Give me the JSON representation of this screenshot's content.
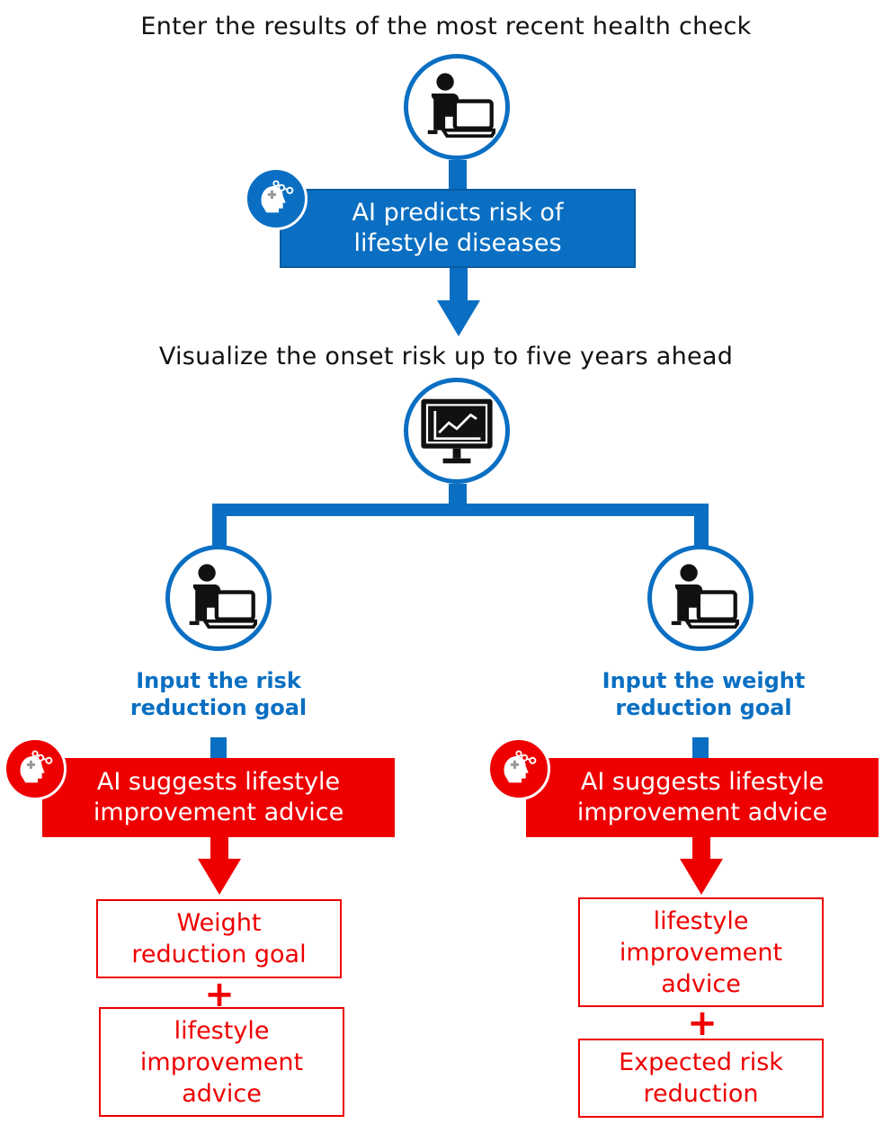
{
  "step1": {
    "heading": "Enter the results of the most recent health check",
    "ai_box": "AI predicts risk of lifestyle diseases"
  },
  "step2": {
    "heading": "Visualize the onset risk up to five years ahead"
  },
  "left": {
    "input_label": "Input the risk reduction goal",
    "ai_box": "AI suggests lifestyle improvement advice",
    "result_1": "Weight reduction goal",
    "plus": "+",
    "result_2": "lifestyle improvement advice"
  },
  "right": {
    "input_label": "Input the weight reduction goal",
    "ai_box": "AI suggests lifestyle improvement advice",
    "result_1": "lifestyle improvement advice",
    "plus": "+",
    "result_2": "Expected risk reduction"
  },
  "icons": {
    "user": "person-at-laptop-icon",
    "monitor": "chart-monitor-icon",
    "ai": "ai-brain-icon"
  },
  "colors": {
    "blue": "#0a6fc2",
    "red": "#ee0000",
    "text": "#111111"
  }
}
